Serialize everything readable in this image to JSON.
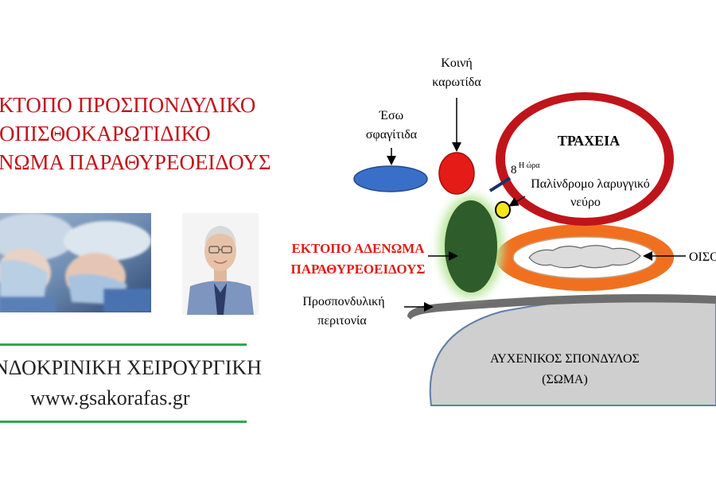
{
  "colors": {
    "title": "#c0141b",
    "accent_green": "#2fa84f",
    "trachea_ring": "#c0141b",
    "esophagus_ring": "#f07020",
    "artery": "#e41b17",
    "jugular": "#3a6fc9",
    "adenoma": "#2e5c2a",
    "adenoma_glow": "#b8e59a",
    "nerve": "#f5e51b",
    "fascia": "#6e6e6e",
    "vertebra": "#cfcfcf",
    "label_red": "#e41b17"
  },
  "title": {
    "line1": "ΚΤΟΠΟ ΠΡΟΣΠΟΝΔΥΛΙΚΟ",
    "line2": "ΟΠΙΣΘΟΚΑΡΩΤΙΔΙΚΟ",
    "line3": "ΝΩΜΑ ΠΑΡΑΘΥΡΕΟΕΙΔΟΥΣ"
  },
  "footer": {
    "specialty": "ΝΔΟΚΡΙΝΙΚΗ ΧΕΙΡΟΥΡΓΙΚΗ",
    "website": "www.gsakorafas.gr"
  },
  "diagram": {
    "common_carotid": {
      "line1": "Κοινή",
      "line2": "καρωτίδα"
    },
    "internal_jugular": {
      "line1": "Έσω",
      "line2": "σφαγίτιδα"
    },
    "trachea": "ΤΡΑΧΕΙΑ",
    "clock_number": "8",
    "clock_super": "Η ώρα",
    "recurrent_nerve": {
      "line1": "Παλίνδρομο λαρυγγικό",
      "line2": "νεύρο"
    },
    "adenoma": {
      "line1": "ΕΚΤΟΠΟ ΑΔΕΝΩΜΑ",
      "line2": "ΠΑΡΑΘΥΡΕΟΕΙΔΟΥΣ"
    },
    "esophagus": "ΟΙΣΟ",
    "fascia": {
      "line1": "Προσπονδυλική",
      "line2": "περιτονία"
    },
    "vertebra": {
      "line1": "ΑΥΧΕΝΙΚΟΣ ΣΠΟΝΔΥΛΟΣ",
      "line2": "(ΣΩΜΑ)"
    }
  }
}
